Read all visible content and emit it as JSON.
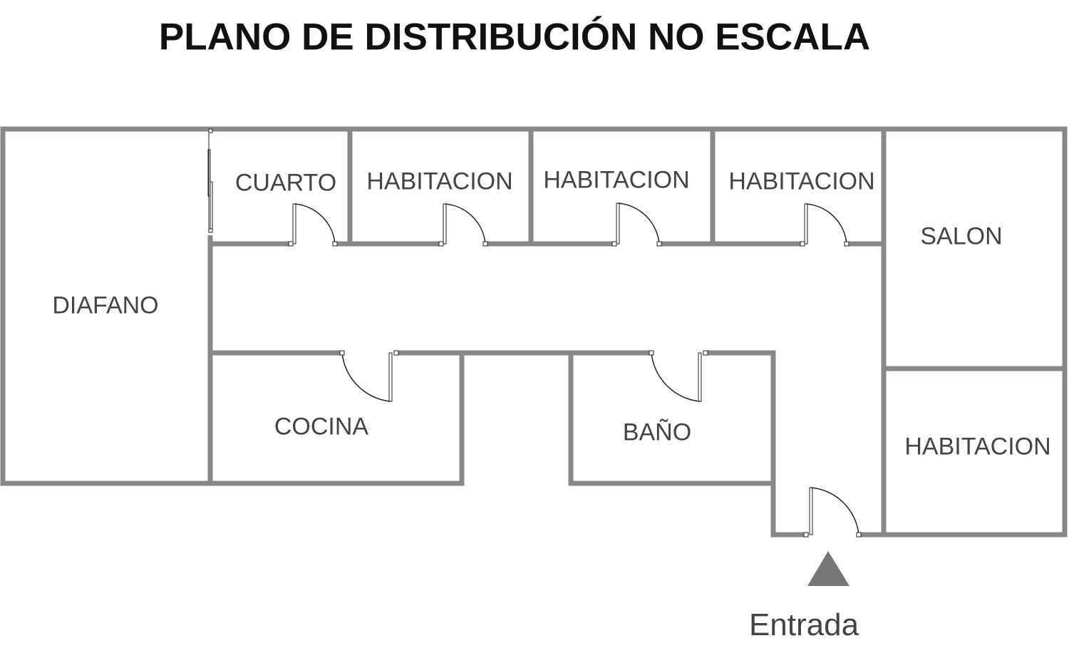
{
  "title": "PLANO DE DISTRIBUCIÓN NO ESCALA",
  "rooms": {
    "diafano": "DIAFANO",
    "cuarto": "CUARTO",
    "habitacion1": "HABITACION",
    "habitacion2": "HABITACION",
    "habitacion3": "HABITACION",
    "salon": "SALON",
    "habitacion4": "HABITACION",
    "cocina": "COCINA",
    "bano": "BAÑO"
  },
  "entrance_label": "Entrada",
  "colors": {
    "wall": "#888888",
    "text": "#444444",
    "title": "#111111"
  }
}
